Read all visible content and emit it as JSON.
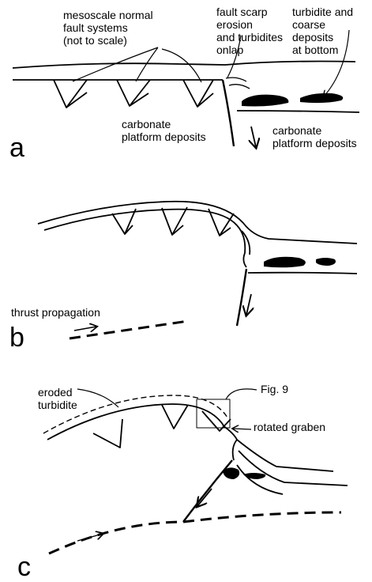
{
  "panels": {
    "a": {
      "letter": "a",
      "labels": {
        "mesoscale": "mesoscale normal\nfault systems\n(not to scale)",
        "scarp": "fault scarp\nerosion\nand turbidites\nonlap",
        "turbidite": "turbidite and\ncoarse\ndeposits\nat bottom",
        "carb_left": "carbonate\nplatform deposits",
        "carb_right": "carbonate\nplatform deposits"
      }
    },
    "b": {
      "letter": "b",
      "labels": {
        "thrust": "thrust propagation"
      }
    },
    "c": {
      "letter": "c",
      "labels": {
        "eroded": "eroded\nturbidite",
        "fig": "Fig. 9",
        "graben": "rotated graben"
      }
    }
  },
  "colors": {
    "ink": "#000000",
    "background": "#ffffff"
  }
}
